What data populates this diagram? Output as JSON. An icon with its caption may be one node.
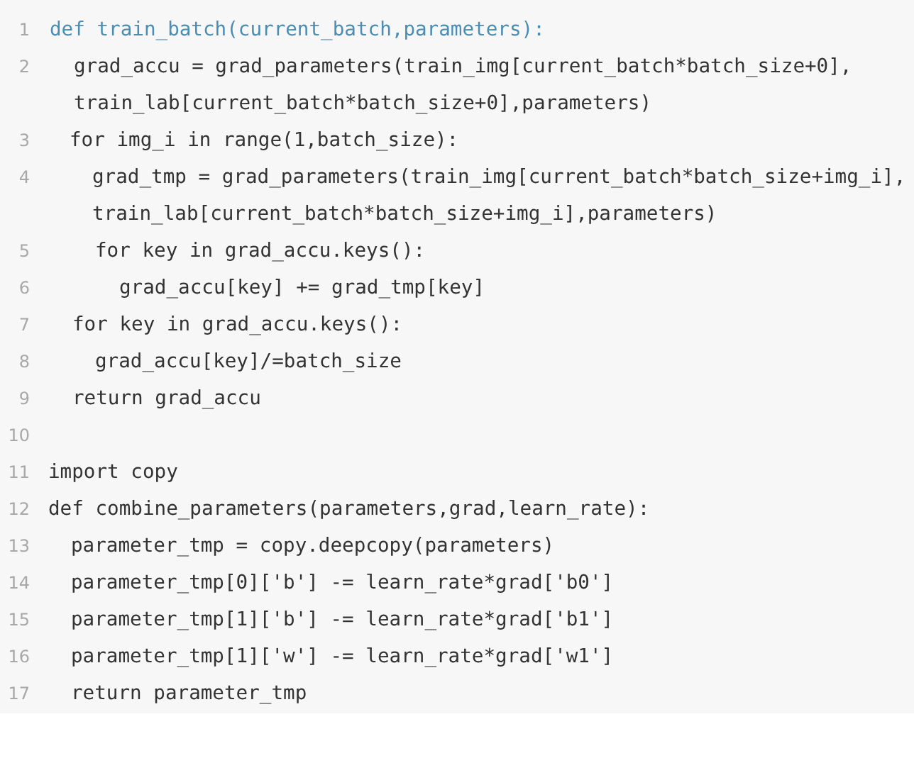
{
  "diagram": {
    "labels": [
      "1",
      "def train_batch(current_batch,parameters):",
      "2",
      "grad_accu = grad_parameters(train_img[current_batch*batch_size+0], train_lab[current_batch*batch_size+0],parameters)",
      "3",
      "for img_i in range(1,batch_size):",
      "4",
      "grad_tmp = grad_parameters(train_img[current_batch*batch_size+img_i], train_lab[current_batch*batch_size+img_i],parameters)",
      "5",
      "for key in grad_accu.keys():",
      "6",
      "grad_accu[key] += grad_tmp[key]",
      "7",
      "for key in grad_accu.keys():",
      "8",
      "grad_accu[key]/=batch_size",
      "9",
      "return grad_accu",
      "10",
      "11",
      "import copy",
      "12",
      "def combine_parameters(parameters,grad,learn_rate):",
      "13",
      "parameter_tmp = copy.deepcopy(parameters)",
      "14",
      "parameter_tmp[0]['b'] -= learn_rate*grad['b0']",
      "15",
      "parameter_tmp[1]['b'] -= learn_rate*grad['b1']",
      "16",
      "parameter_tmp[1]['w'] -= learn_rate*grad['w1']",
      "17",
      "return parameter_tmp"
    ]
  }
}
